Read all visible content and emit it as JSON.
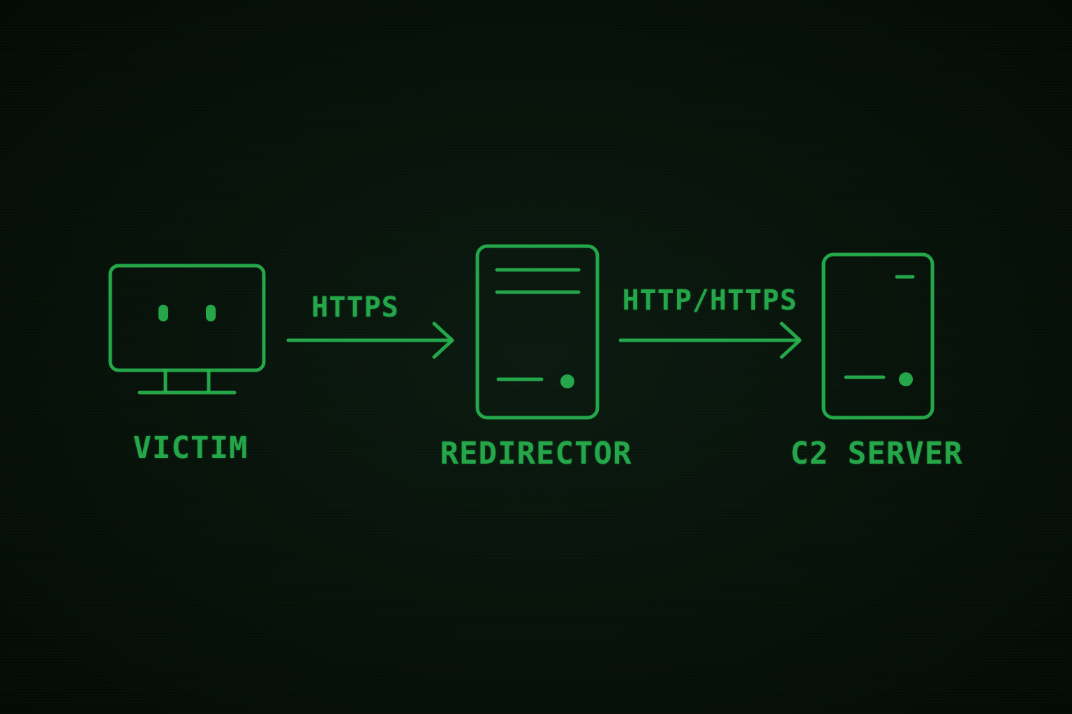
{
  "nodes": [
    {
      "label": "VICTIM",
      "icon": "monitor-icon"
    },
    {
      "label": "REDIRECTOR",
      "icon": "server-tower-icon"
    },
    {
      "label": "C2 SERVER",
      "icon": "server-tower-icon"
    }
  ],
  "edges": [
    {
      "from": "VICTIM",
      "to": "REDIRECTOR",
      "label": "HTTPS"
    },
    {
      "from": "REDIRECTOR",
      "to": "C2 SERVER",
      "label": "HTTP/HTTPS"
    }
  ],
  "colors": {
    "background": "#071109",
    "line": "#27b34f"
  }
}
